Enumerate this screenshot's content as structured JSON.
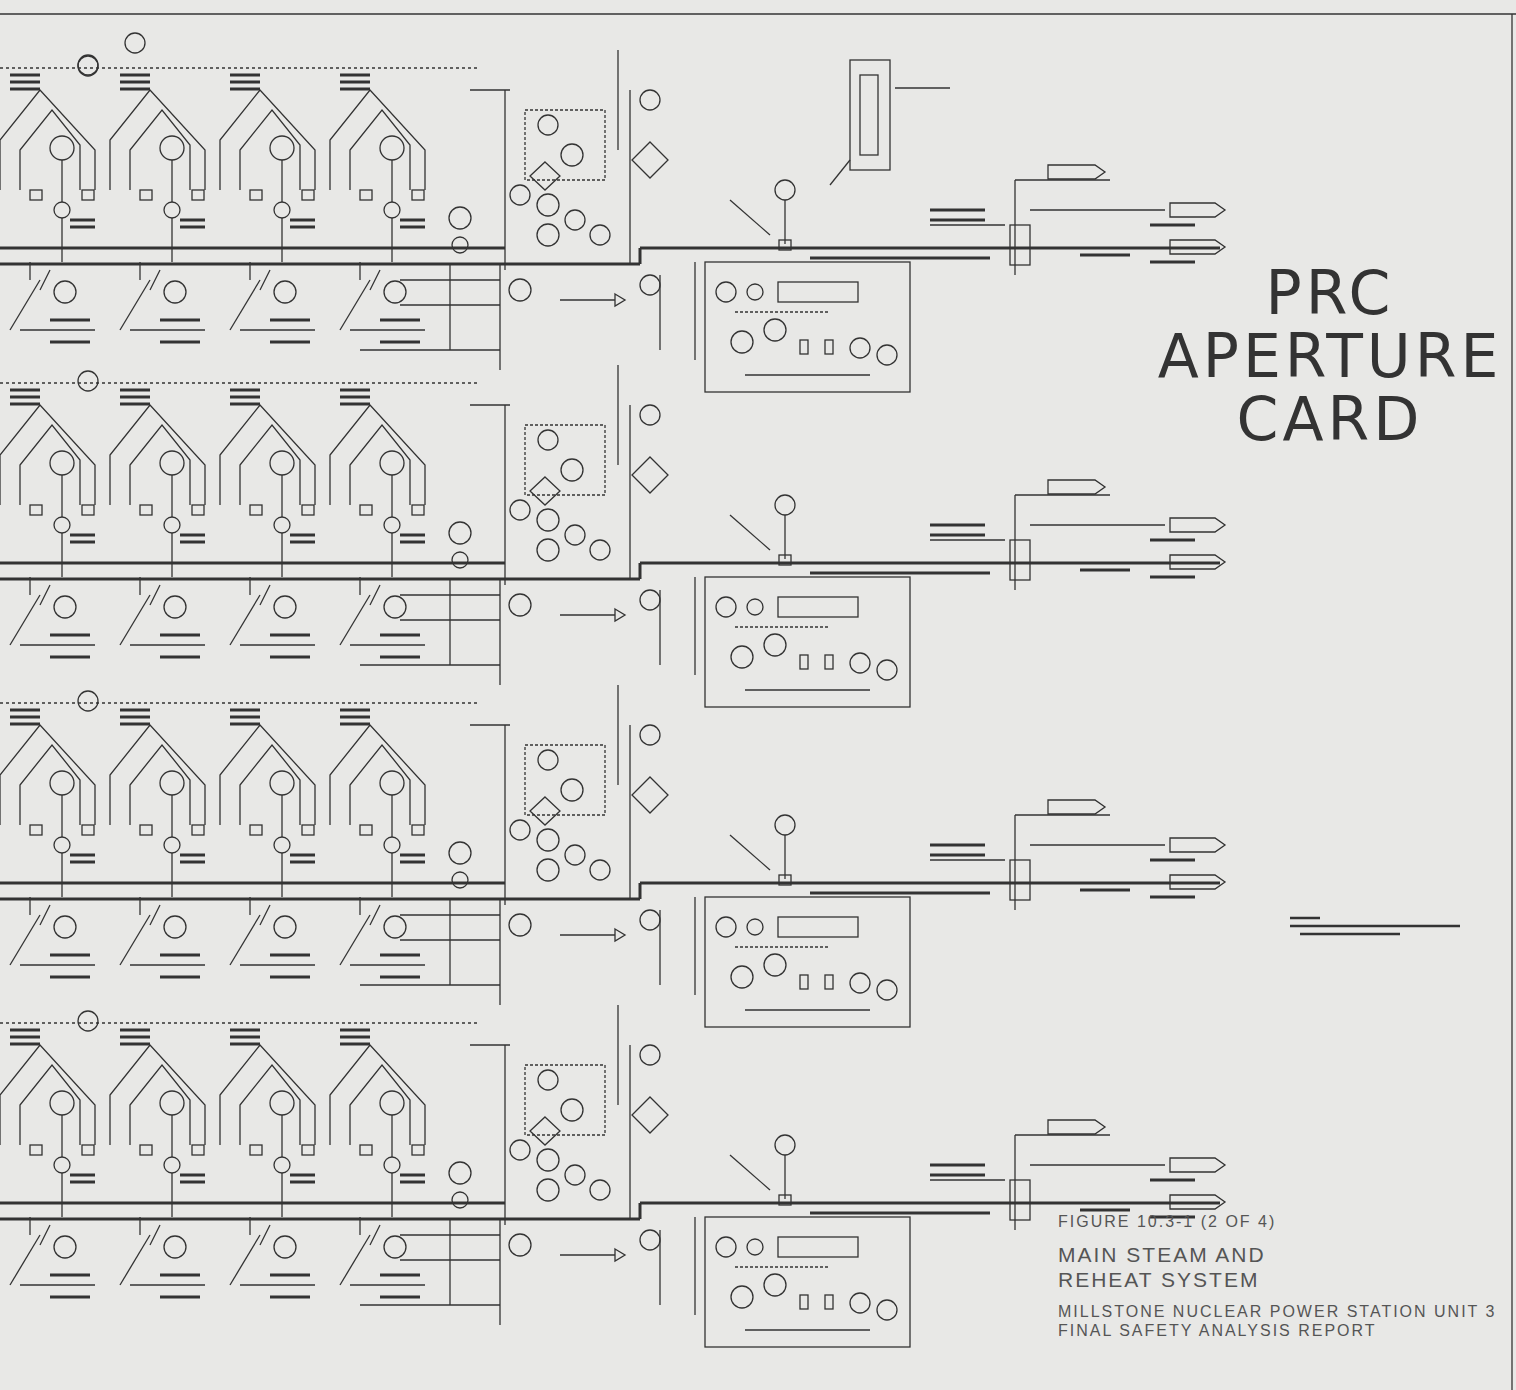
{
  "diagram": {
    "title": "MAIN STEAM AND REHEAT SYSTEM",
    "caption": "MILLSTONE NUCLEAR POWER STATION UNIT 3 FINAL SAFETY ANALYSIS REPORT",
    "labels": [
      "PRC APERTURE CARD",
      "FIGURE 10.3-1 (2 OF 4)"
    ]
  }
}
